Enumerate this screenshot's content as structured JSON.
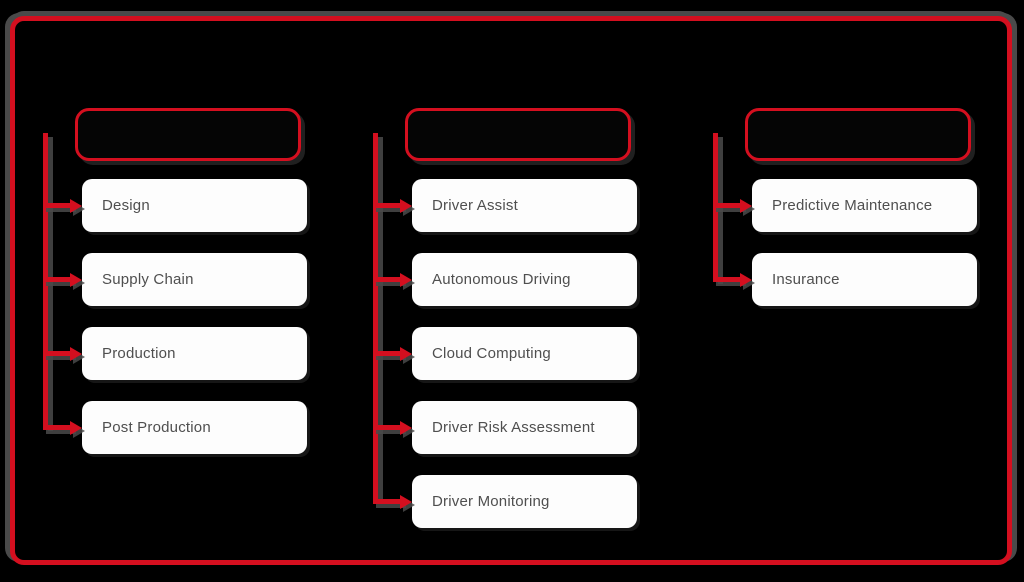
{
  "diagram": {
    "title": "",
    "background_color": "#000000",
    "accent_color": "#d40f1f",
    "shadow_color": "#4a4a4a",
    "node_text_color": "#4f4f4f",
    "columns": [
      {
        "header_label": "",
        "items": [
          "Design",
          "Supply Chain",
          "Production",
          "Post Production"
        ]
      },
      {
        "header_label": "",
        "items": [
          "Driver Assist",
          "Autonomous Driving",
          "Cloud Computing",
          "Driver Risk Assessment",
          "Driver Monitoring"
        ]
      },
      {
        "header_label": "",
        "items": [
          "Predictive Maintenance",
          "Insurance"
        ]
      }
    ]
  }
}
